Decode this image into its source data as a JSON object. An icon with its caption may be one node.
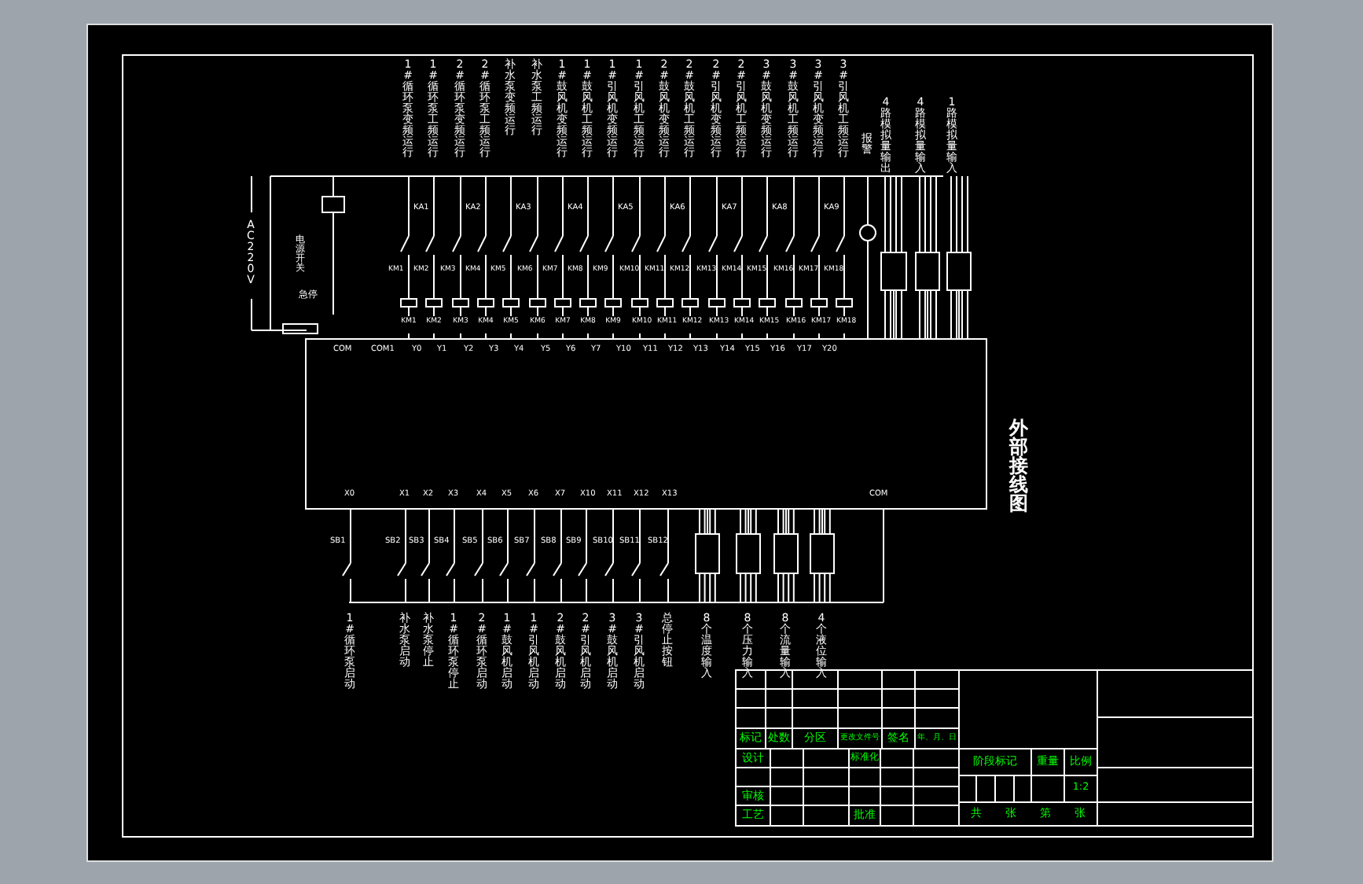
{
  "diagram": {
    "title": "外部接线图",
    "nodes": [
      {
        "text": [],
        "shape": "box"
      },
      {
        "text": [],
        "shape": "box"
      },
      {
        "text": [],
        "shape": "box"
      },
      {
        "text": [],
        "shape": "box"
      },
      {
        "text": [],
        "shape": "box"
      },
      {
        "text": [],
        "shape": "box"
      },
      {
        "text": [],
        "shape": "box"
      },
      {
        "text": [],
        "shape": "box"
      }
    ],
    "edges": [
      {
        "from": 1,
        "to": 0,
        "arrow": "none"
      },
      {
        "from": 2,
        "to": 0,
        "arrow": "none"
      },
      {
        "from": 3,
        "to": 0,
        "arrow": "none"
      },
      {
        "from": 4,
        "to": 0,
        "arrow": "none"
      },
      {
        "from": 5,
        "to": 0,
        "arrow": "none"
      },
      {
        "from": 6,
        "to": 0,
        "arrow": "none"
      },
      {
        "from": 7,
        "to": 0,
        "arrow": "none"
      }
    ],
    "labels": [
      "1#循环泵变频运行",
      "1#循环泵工频运行",
      "2#循环泵变频运行",
      "2#循环泵工频运行",
      "补水泵变频运行",
      "补水泵工频运行",
      "1#鼓风机变频运行",
      "1#鼓风机工频运行",
      "1#引风机变频运行",
      "1#引风机工频运行",
      "2#鼓风机变频运行",
      "2#鼓风机工频运行",
      "2#引风机变频运行",
      "2#引风机工频运行",
      "3#鼓风机变频运行",
      "3#鼓风机工频运行",
      "3#引风机变频运行",
      "3#引风机工频运行",
      "报警",
      "4路模拟量输出",
      "4路模拟量输入",
      "1路模拟量输入",
      "AC 220V",
      "电源开关",
      "急停",
      "KA1",
      "KA2",
      "KA3",
      "KA4",
      "KA5",
      "KA6",
      "KA7",
      "KA8",
      "KA9",
      "KM1",
      "KM2",
      "KM3",
      "KM4",
      "KM5",
      "KM6",
      "KM7",
      "KM8",
      "KM9",
      "KM10",
      "KM11",
      "KM12",
      "KM13",
      "KM14",
      "KM15",
      "KM16",
      "KM17",
      "KM18",
      "KM1",
      "KM2",
      "KM3",
      "KM4",
      "KM5",
      "KM6",
      "KM7",
      "KM8",
      "KM9",
      "KM10",
      "KM11",
      "KM12",
      "KM13",
      "KM14",
      "KM15",
      "KM16",
      "KM17",
      "KM18",
      "COM",
      "COM1",
      "Y0",
      "Y1",
      "Y2",
      "Y3",
      "Y4",
      "Y5",
      "Y6",
      "Y7",
      "Y10",
      "Y11",
      "Y12",
      "Y13",
      "Y14",
      "Y15",
      "Y16",
      "Y17",
      "Y20",
      "X0",
      "X1",
      "X2",
      "X3",
      "X4",
      "X5",
      "X6",
      "X7",
      "X10",
      "X11",
      "X12",
      "X13",
      "COM",
      "SB1",
      "SB2",
      "SB3",
      "SB4",
      "SB5",
      "SB6",
      "SB7",
      "SB8",
      "SB9",
      "SB10",
      "SB11",
      "SB12",
      "1#循环泵启动",
      "补水泵启动",
      "补水泵停止",
      "1#循环泵停止",
      "2#循环泵启动",
      "1#鼓风机启动",
      "1#引风机启动",
      "2#鼓风机启动",
      "2#引风机启动",
      "3#鼓风机启动",
      "3#引风机启动",
      "总停止按钮",
      "8个温度输入",
      "8个压力输入",
      "8个流量输入",
      "4个液位输入",
      "标记",
      "处数",
      "分区",
      "更改文件号",
      "签名",
      "年、月、日",
      "设计",
      "标准化",
      "审核",
      "工艺",
      "批准",
      "阶段标记",
      "重量",
      "比例",
      "1:2",
      "共",
      "张",
      "第",
      "张"
    ]
  }
}
